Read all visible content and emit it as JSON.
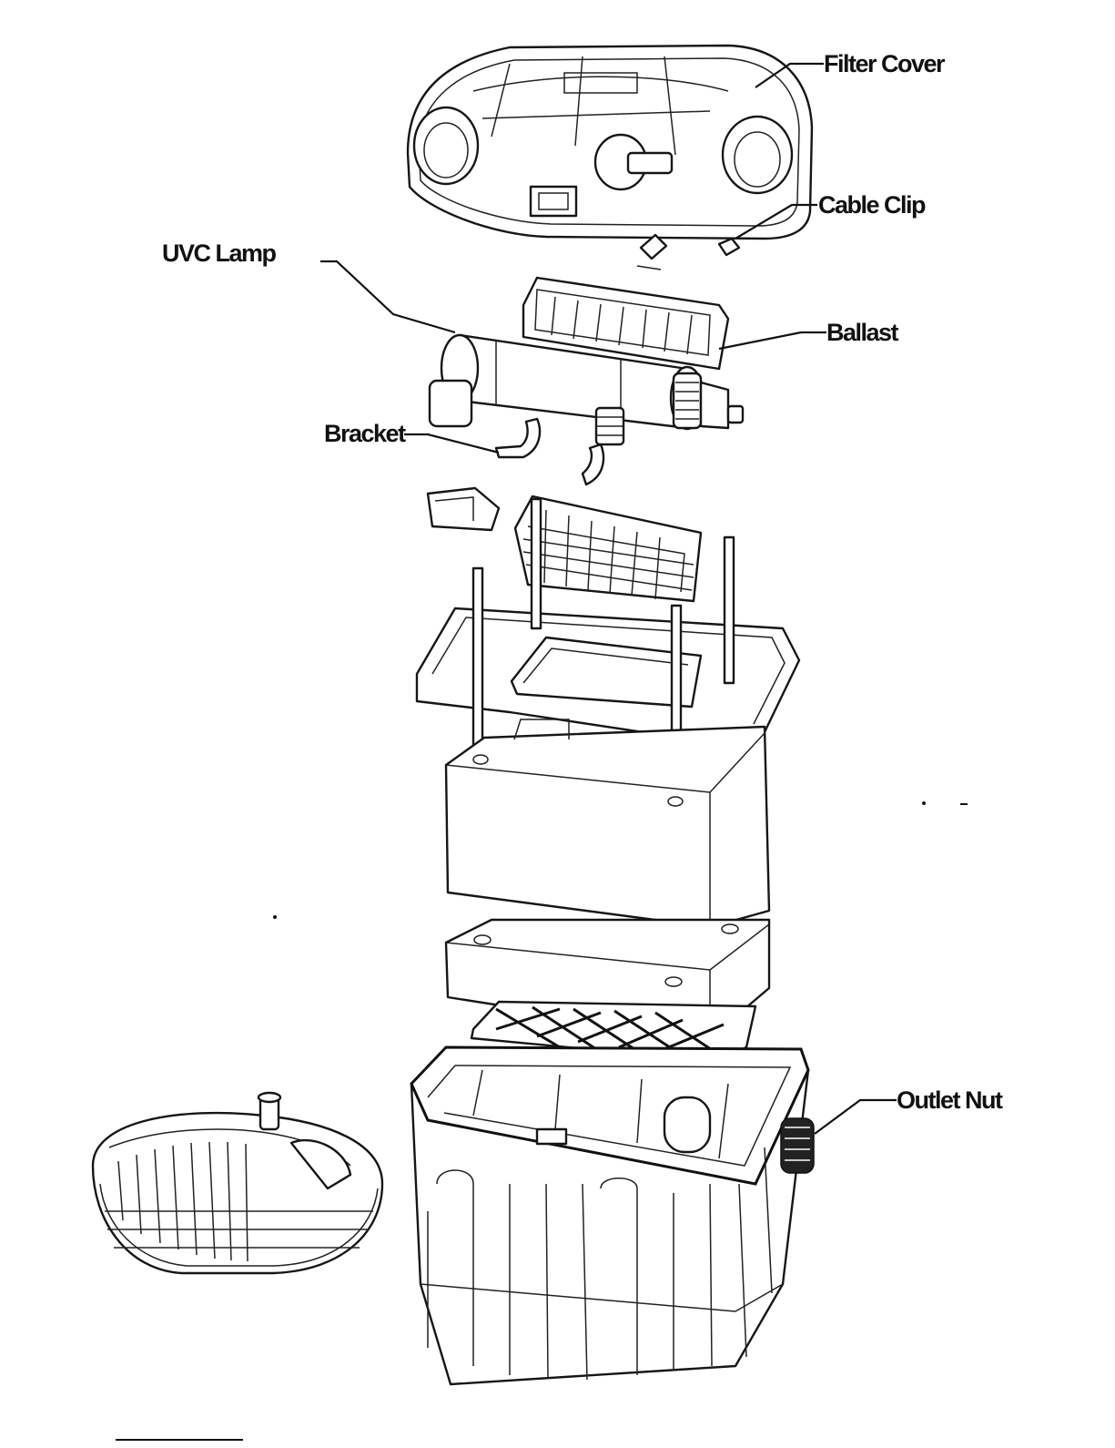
{
  "diagram": {
    "labels": {
      "filter_cover": "Filter Cover",
      "cable_clip": "Cable Clip",
      "uvc_lamp": "UVC Lamp",
      "ballast": "Ballast",
      "bracket": "Bracket",
      "outlet_nut": "Outlet Nut"
    }
  }
}
